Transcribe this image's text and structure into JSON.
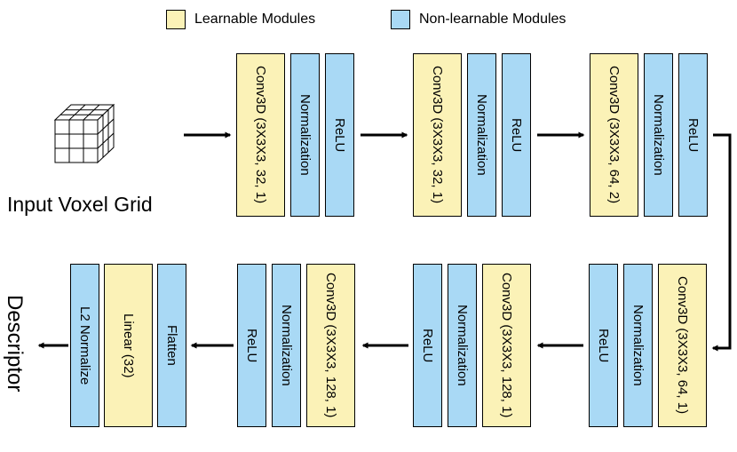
{
  "colors": {
    "learnable": "#fbf2b7",
    "non_learnable": "#a9d9f5",
    "stroke": "#000000"
  },
  "legend": [
    {
      "label": "Learnable Modules",
      "kind": "learnable"
    },
    {
      "label": "Non-learnable Modules",
      "kind": "non_learnable"
    }
  ],
  "input": {
    "label": "Input Voxel Grid",
    "icon": "voxel-cube-icon"
  },
  "output": {
    "label": "Descriptor"
  },
  "blocks": [
    {
      "label": "Conv3D (3X3X3, 32, 1)",
      "kind": "learnable"
    },
    {
      "label": "Normalization",
      "kind": "non_learnable"
    },
    {
      "label": "ReLU",
      "kind": "non_learnable"
    },
    {
      "label": "Conv3D (3X3X3, 32, 1)",
      "kind": "learnable"
    },
    {
      "label": "Normalization",
      "kind": "non_learnable"
    },
    {
      "label": "ReLU",
      "kind": "non_learnable"
    },
    {
      "label": "Conv3D (3X3X3, 64, 2)",
      "kind": "learnable"
    },
    {
      "label": "Normalization",
      "kind": "non_learnable"
    },
    {
      "label": "ReLU",
      "kind": "non_learnable"
    },
    {
      "label": "Conv3D (3X3X3, 64, 1)",
      "kind": "learnable"
    },
    {
      "label": "Normalization",
      "kind": "non_learnable"
    },
    {
      "label": "ReLU",
      "kind": "non_learnable"
    },
    {
      "label": "Conv3D (3X3X3, 128, 1)",
      "kind": "learnable"
    },
    {
      "label": "Normalization",
      "kind": "non_learnable"
    },
    {
      "label": "ReLU",
      "kind": "non_learnable"
    },
    {
      "label": "Conv3D (3X3X3, 128, 1)",
      "kind": "learnable"
    },
    {
      "label": "Normalization",
      "kind": "non_learnable"
    },
    {
      "label": "ReLU",
      "kind": "non_learnable"
    },
    {
      "label": "Flatten",
      "kind": "non_learnable"
    },
    {
      "label": "Linear (32)",
      "kind": "learnable"
    },
    {
      "label": "L2 Normalize",
      "kind": "non_learnable"
    }
  ]
}
